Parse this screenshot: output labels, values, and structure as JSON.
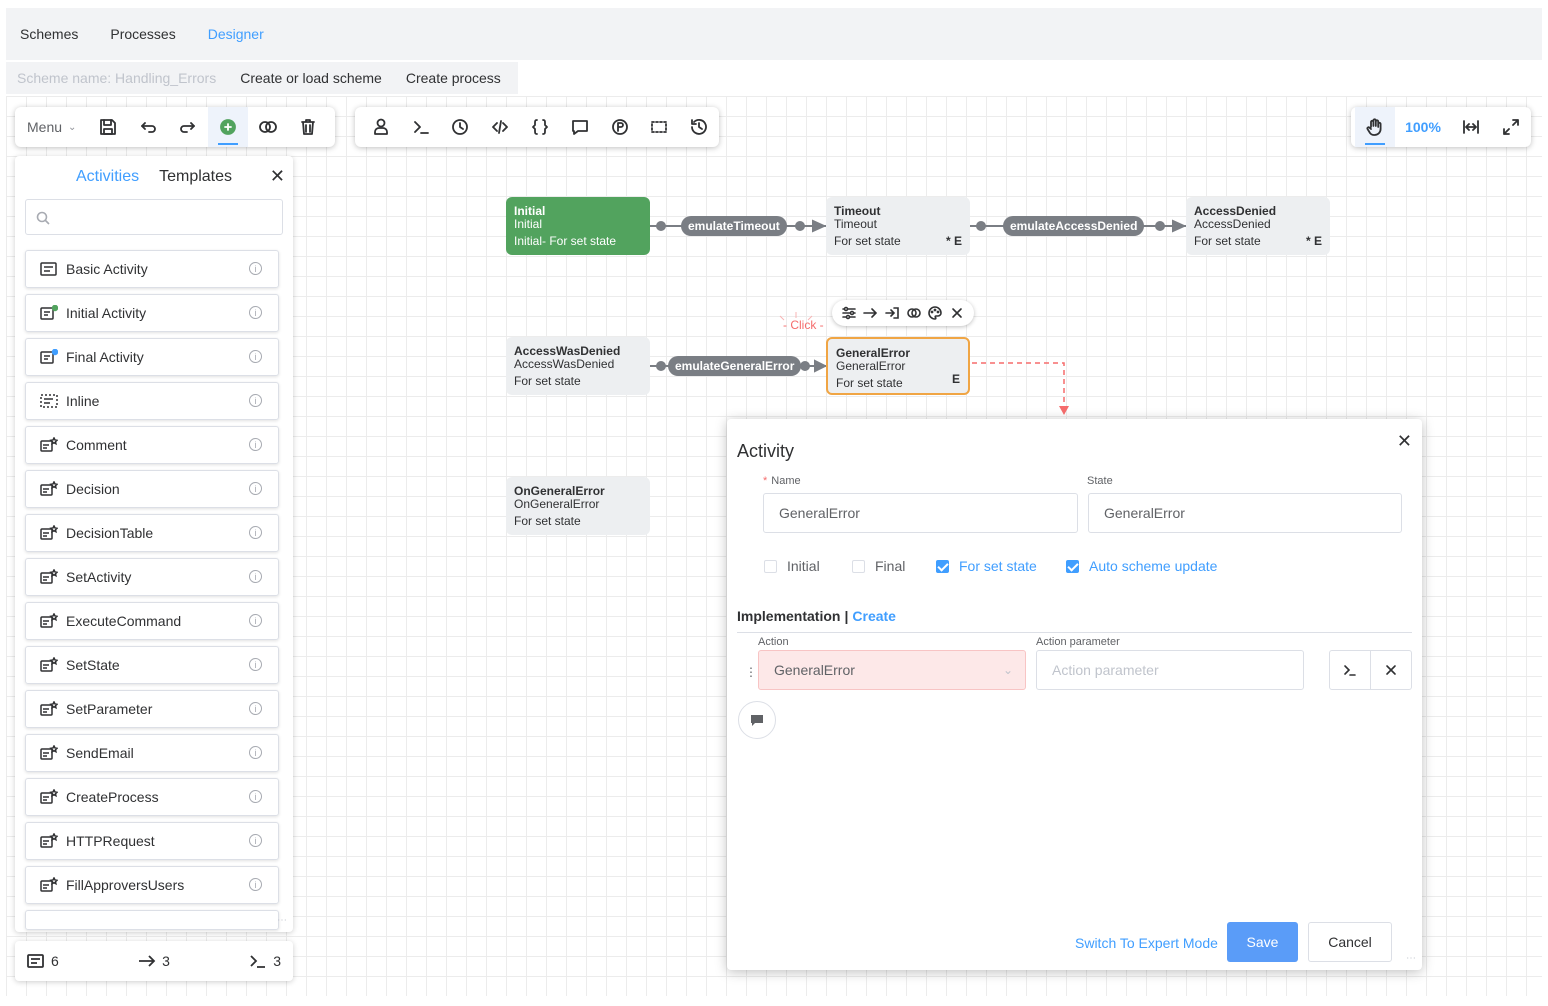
{
  "nav": {
    "tabs": [
      "Schemes",
      "Processes",
      "Designer"
    ],
    "active": "Designer"
  },
  "subnav": {
    "scheme_name": "Scheme name: Handling_Errors",
    "create_load": "Create or load scheme",
    "create_process": "Create process"
  },
  "toolbar": {
    "menu_label": "Menu",
    "zoom": "100%"
  },
  "panel": {
    "tab_activities": "Activities",
    "tab_templates": "Templates",
    "close": "✕",
    "items": [
      "Basic Activity",
      "Initial Activity",
      "Final Activity",
      "Inline",
      "Comment",
      "Decision",
      "DecisionTable",
      "SetActivity",
      "ExecuteCommand",
      "SetState",
      "SetParameter",
      "SendEmail",
      "CreateProcess",
      "HTTPRequest",
      "FillApproversUsers"
    ]
  },
  "counters": {
    "activities": "6",
    "transitions": "3",
    "commands": "3"
  },
  "diagram": {
    "nodes": {
      "initial": {
        "name": "Initial",
        "state": "Initial",
        "note": "Initial- For set state",
        "flags": ""
      },
      "timeout": {
        "name": "Timeout",
        "state": "Timeout",
        "note": "For set state",
        "flags": "*  E"
      },
      "access_denied": {
        "name": "AccessDenied",
        "state": "AccessDenied",
        "note": "For set state",
        "flags": "*  E"
      },
      "access_was_denied": {
        "name": "AccessWasDenied",
        "state": "AccessWasDenied",
        "note": "For set state",
        "flags": ""
      },
      "general_error": {
        "name": "GeneralError",
        "state": "GeneralError",
        "note": "For set state",
        "flags": "E"
      },
      "on_general_error": {
        "name": "OnGeneralError",
        "state": "OnGeneralError",
        "note": "For set state",
        "flags": ""
      }
    },
    "transitions": {
      "t1": "emulateTimeout",
      "t2": "emulateAccessDenied",
      "t3": "emulateGeneralError"
    },
    "click_hint": "- Click -"
  },
  "dialog": {
    "title": "Activity",
    "close": "✕",
    "name_label": "Name",
    "name_value": "GeneralError",
    "state_label": "State",
    "state_value": "GeneralError",
    "checkboxes": {
      "initial": "Initial",
      "final": "Final",
      "for_set_state": "For set state",
      "auto_update": "Auto scheme update"
    },
    "implementation": "Implementation",
    "create": "Create",
    "action_label": "Action",
    "action_value": "GeneralError",
    "param_label": "Action parameter",
    "param_placeholder": "Action parameter",
    "expert": "Switch To Expert Mode",
    "save": "Save",
    "cancel": "Cancel"
  },
  "colors": {
    "accent": "#409eff",
    "initial_node": "#52a35e",
    "selected_border": "#f0a544",
    "error": "#f56c6c"
  }
}
